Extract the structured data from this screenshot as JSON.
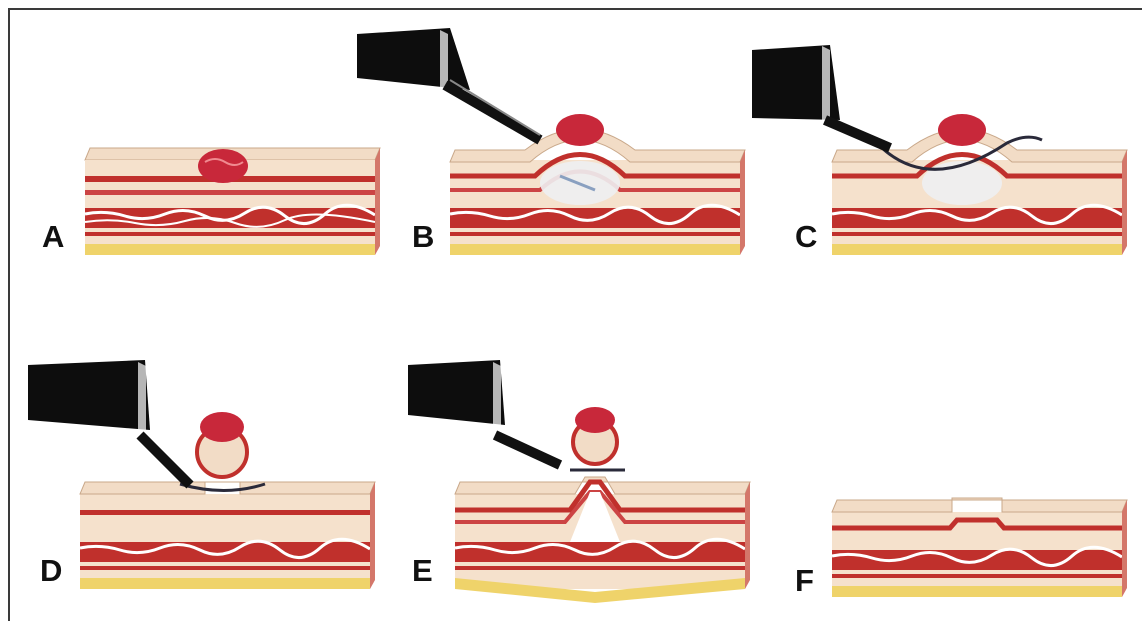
{
  "panels": [
    {
      "id": "A",
      "label": "A"
    },
    {
      "id": "B",
      "label": "B"
    },
    {
      "id": "C",
      "label": "C"
    },
    {
      "id": "D",
      "label": "D"
    },
    {
      "id": "E",
      "label": "E"
    },
    {
      "id": "F",
      "label": "F"
    }
  ],
  "colors": {
    "mucosa_top": "#f0d2b4",
    "muscle_red": "#c0302c",
    "submucosa": "#f3ddc8",
    "fat_yellow": "#efd36a",
    "lesion": "#c8283a",
    "instrument": "#0d0d0d",
    "snare": "#2a2a3a"
  }
}
